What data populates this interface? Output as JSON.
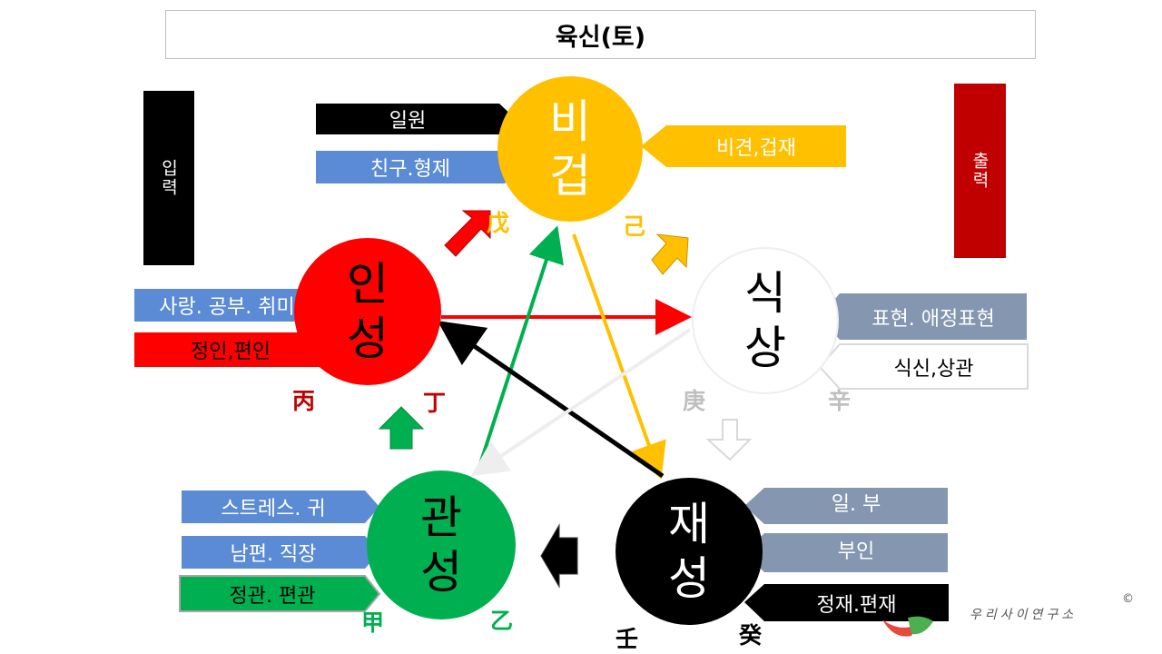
{
  "title": "육신(토)",
  "input_label": "입력",
  "output_label": "출력",
  "colors": {
    "bigyeop": "#ffc000",
    "inseong": "#ff0000",
    "gwanseong": "#00b050",
    "jaeseong": "#000000",
    "siksang": "#ffffff",
    "blue_tag": "#5b8bd4",
    "grey_tag": "#8496b0",
    "output_bar": "#c00000"
  },
  "nodes": {
    "bigyeop": {
      "name": "비\n겁",
      "stem1": "戊",
      "stem2": "己"
    },
    "siksang": {
      "name": "식\n상",
      "stem1": "庚",
      "stem2": "辛"
    },
    "jaeseong": {
      "name": "재\n성",
      "stem1": "壬",
      "stem2": "癸"
    },
    "gwanseong": {
      "name": "관\n성",
      "stem1": "甲",
      "stem2": "乙"
    },
    "inseong": {
      "name": "인\n성",
      "stem1": "丙",
      "stem2": "丁"
    }
  },
  "tags": {
    "bigyeop_self": "일원",
    "bigyeop_rel": "친구.형제",
    "bigyeop_god": "비견,겁재",
    "inseong_rel": "사랑. 공부. 취미",
    "inseong_god": "정인,편인",
    "siksang_rel": "표현. 애정표현",
    "siksang_god": "식신,상관",
    "gwanseong_rel1": "스트레스. 귀",
    "gwanseong_rel2": "남편. 직장",
    "gwanseong_god": "정관. 편관",
    "jaeseong_rel1": "일. 부",
    "jaeseong_rel2": "부인",
    "jaeseong_god": "정재.편재"
  },
  "watermark": "우리사이연구소",
  "copyright": "©"
}
